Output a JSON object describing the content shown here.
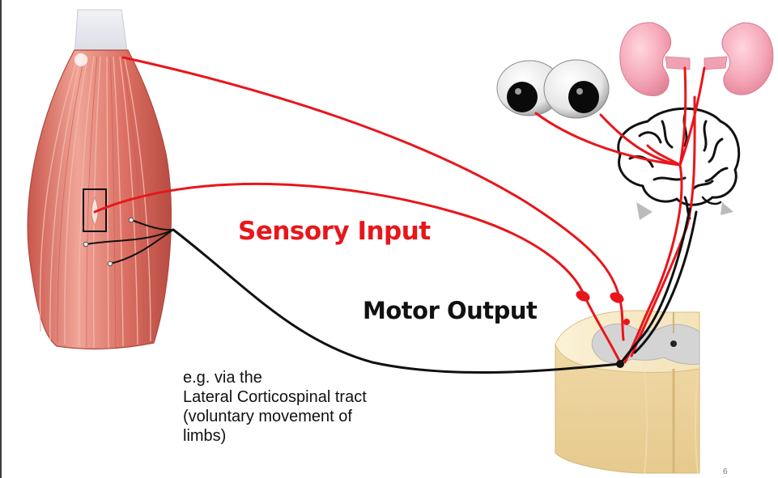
{
  "labels": {
    "sensory_input": "Sensory Input",
    "motor_output": "Motor Output",
    "example_note": [
      "e.g. via the",
      "Lateral Corticospinal tract",
      "(voluntary movement of",
      "limbs)"
    ],
    "page_mark": "6"
  },
  "colors": {
    "sensory": "#e8161b",
    "motor": "#111111",
    "muscle": "#d9776a",
    "kidney": "#f2a3b4",
    "spinal_white_matter": "#f6e7c3",
    "spinal_grey_matter": "#cfcfcf"
  },
  "icons": [
    "muscle-illustration",
    "eyes-illustration",
    "kidneys-illustration",
    "brain-illustration",
    "spinal-cord-section"
  ]
}
